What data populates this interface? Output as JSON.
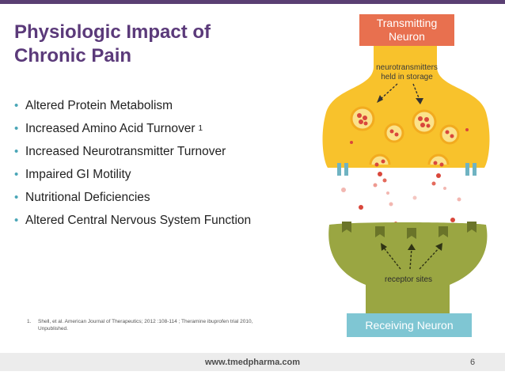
{
  "slide": {
    "title": "Physiologic Impact of Chronic Pain",
    "bullets": [
      {
        "text": "Altered Protein Metabolism",
        "sup": ""
      },
      {
        "text": "Increased Amino Acid Turnover",
        "sup": "1"
      },
      {
        "text": "Increased Neurotransmitter Turnover",
        "sup": ""
      },
      {
        "text": "Impaired GI Motility",
        "sup": ""
      },
      {
        "text": "Nutritional Deficiencies",
        "sup": ""
      },
      {
        "text": "Altered Central Nervous System Function",
        "sup": ""
      }
    ],
    "bullet_symbol": "•",
    "footnote": {
      "number": "1.",
      "text": "Shell, et al. American Journal of Therapeutics; 2012 :108-114 ; Theramine ibuprofen trial 2010, Unpublished."
    },
    "footer_url": "www.tmedpharma.com",
    "page_number": "6"
  },
  "diagram": {
    "transmitting_label_line1": "Transmitting",
    "transmitting_label_line2": "Neuron",
    "storage_label_line1": "neurotransmitters",
    "storage_label_line2": "held in storage",
    "receptor_label": "receptor sites",
    "receiving_label": "Receiving Neuron"
  },
  "colors": {
    "title": "#5b3a7a",
    "bullet": "#4aa6b7",
    "top_bar": "#5a3f73",
    "transmitting_neuron": "#f8c22c",
    "receiving_neuron": "#9aa642",
    "transmitting_badge": "#e8704f",
    "receiving_badge": "#7fc6d3",
    "receptor": "#6a7429",
    "channel": "#6fb3c2",
    "molecule": "#d9473b"
  }
}
